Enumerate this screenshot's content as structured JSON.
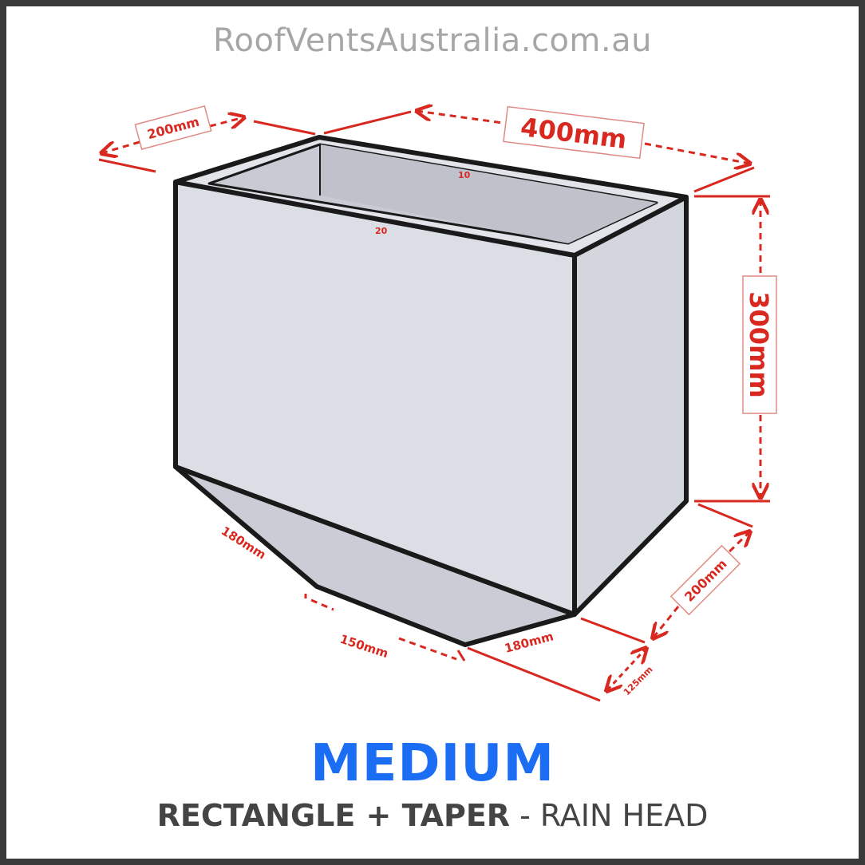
{
  "header": {
    "site": "RoofVentsAustralia.com.au"
  },
  "footer": {
    "size": "MEDIUM",
    "product_bold": "RECTANGLE + TAPER",
    "product_rest": " - RAIN HEAD"
  },
  "dimensions": {
    "top_depth": "200mm",
    "top_width": "400mm",
    "height": "300mm",
    "side_depth": "200mm",
    "taper_left": "180mm",
    "taper_bottom": "150mm",
    "taper_right": "180mm",
    "outlet": "125mm",
    "lip_back": "10",
    "lip_front": "20"
  },
  "colors": {
    "accent": "#d8281f",
    "brand": "#1b6ef3",
    "body": "#d9dbe3",
    "outline": "#1a1a1a"
  }
}
